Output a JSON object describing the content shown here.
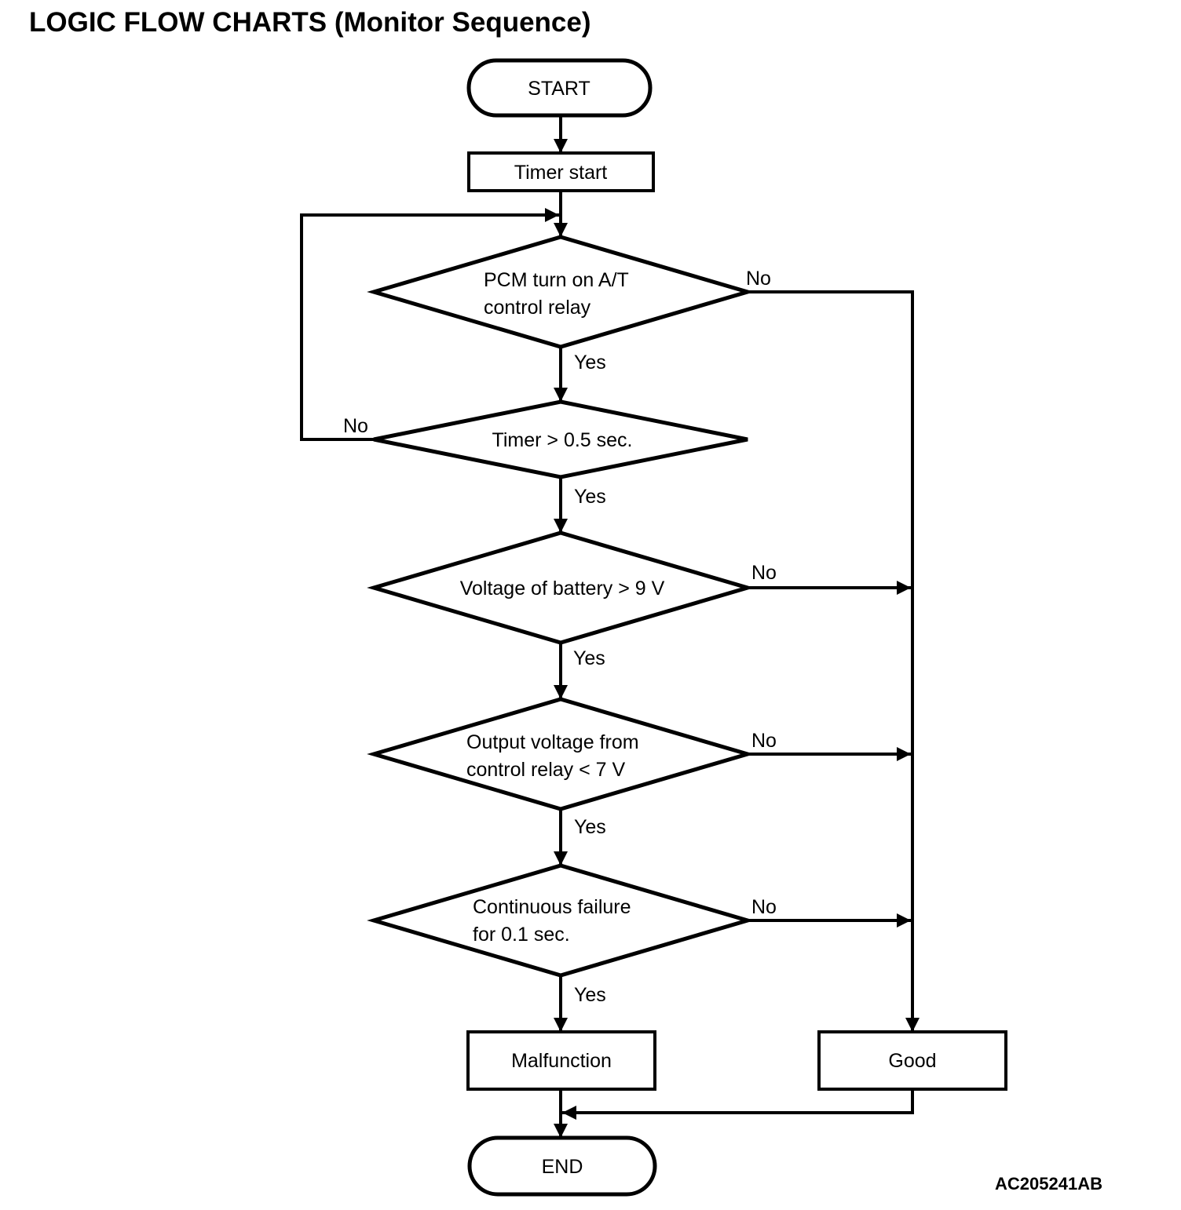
{
  "title": "LOGIC FLOW CHARTS (Monitor Sequence)",
  "figure_code": "AC205241AB",
  "colors": {
    "ink": "#000000",
    "background": "#ffffff"
  },
  "flowchart": {
    "nodes": {
      "start": {
        "type": "terminator",
        "label": "START"
      },
      "timer_start": {
        "type": "process",
        "label": "Timer start"
      },
      "pcm_relay": {
        "type": "decision",
        "line1": "PCM turn on A/T",
        "line2": "control relay"
      },
      "timer_check": {
        "type": "decision",
        "label": "Timer > 0.5 sec."
      },
      "battery_voltage": {
        "type": "decision",
        "label": "Voltage of battery > 9 V"
      },
      "output_voltage": {
        "type": "decision",
        "line1": "Output voltage from",
        "line2": "control relay < 7 V"
      },
      "continuous_failure": {
        "type": "decision",
        "line1": "Continuous failure",
        "line2": "for 0.1 sec."
      },
      "malfunction": {
        "type": "process",
        "label": "Malfunction"
      },
      "good": {
        "type": "process",
        "label": "Good"
      },
      "end": {
        "type": "terminator",
        "label": "END"
      }
    },
    "branch_labels": {
      "yes": "Yes",
      "no": "No"
    }
  }
}
